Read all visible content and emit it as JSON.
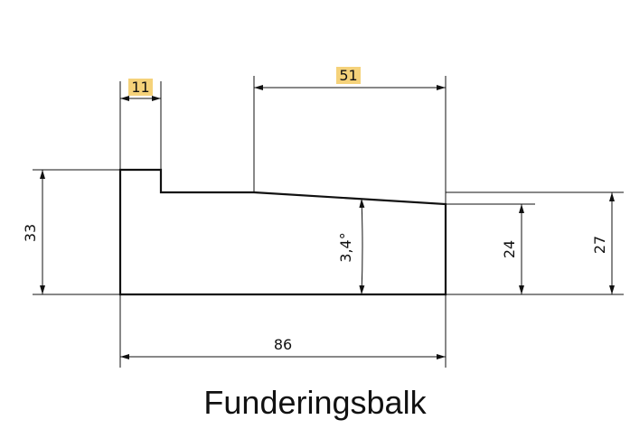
{
  "caption": "Funderingsbalk",
  "colors": {
    "line": "#111111",
    "highlight": "#f5d27a"
  },
  "dimensions": {
    "top_step_width": "11",
    "top_slope_length": "51",
    "left_height": "33",
    "slope_angle": "3,4°",
    "right_height_inner": "24",
    "right_height_outer": "27",
    "bottom_width": "86"
  }
}
